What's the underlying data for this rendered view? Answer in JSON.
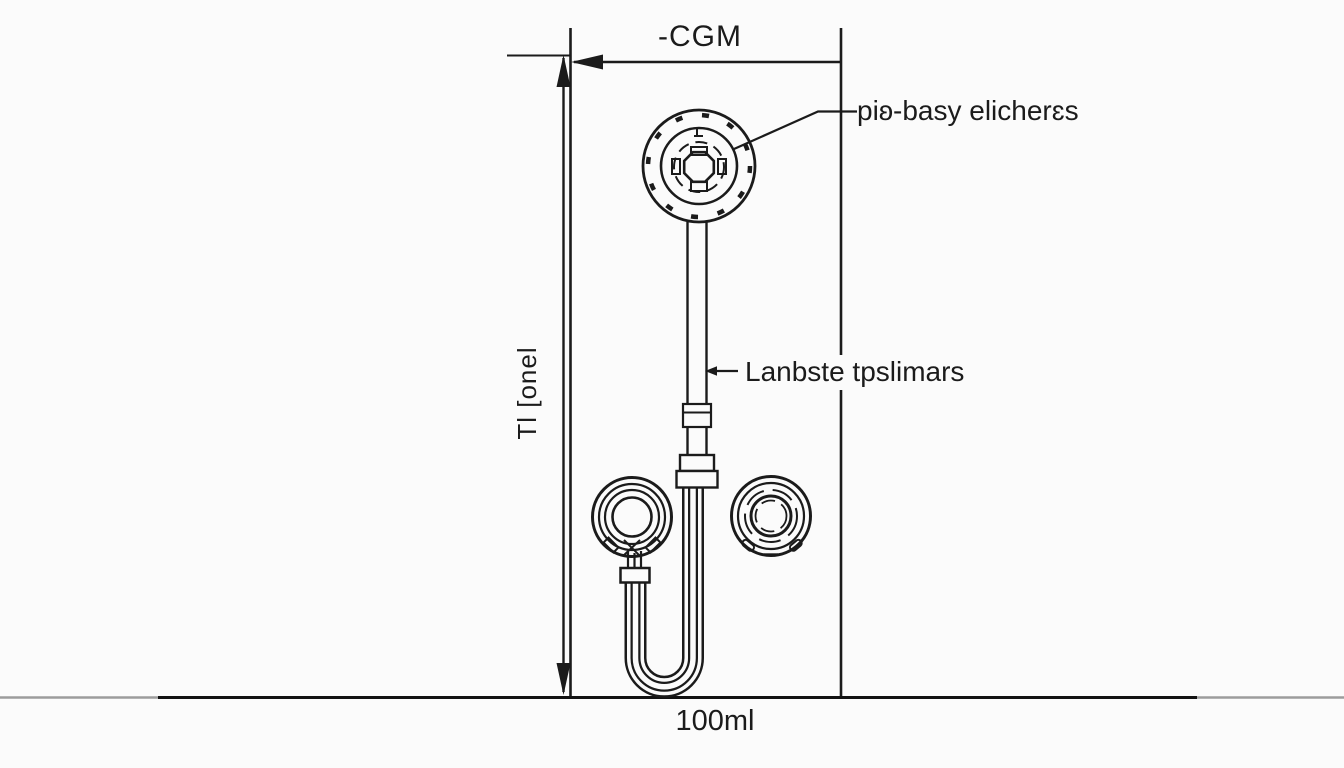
{
  "diagram": {
    "type": "technical-drawing-shower-installation",
    "labels": {
      "top_dimension": "-CGM",
      "showerhead": "piʚ-basy elicherɛs",
      "pipe": "Lanbste tpslimars",
      "height": "Tl [onel",
      "floor": "100ml"
    },
    "colors": {
      "line": "#1b1b1b",
      "background": "#fbfbfb",
      "floor_edge": "#9c9c9c"
    }
  }
}
